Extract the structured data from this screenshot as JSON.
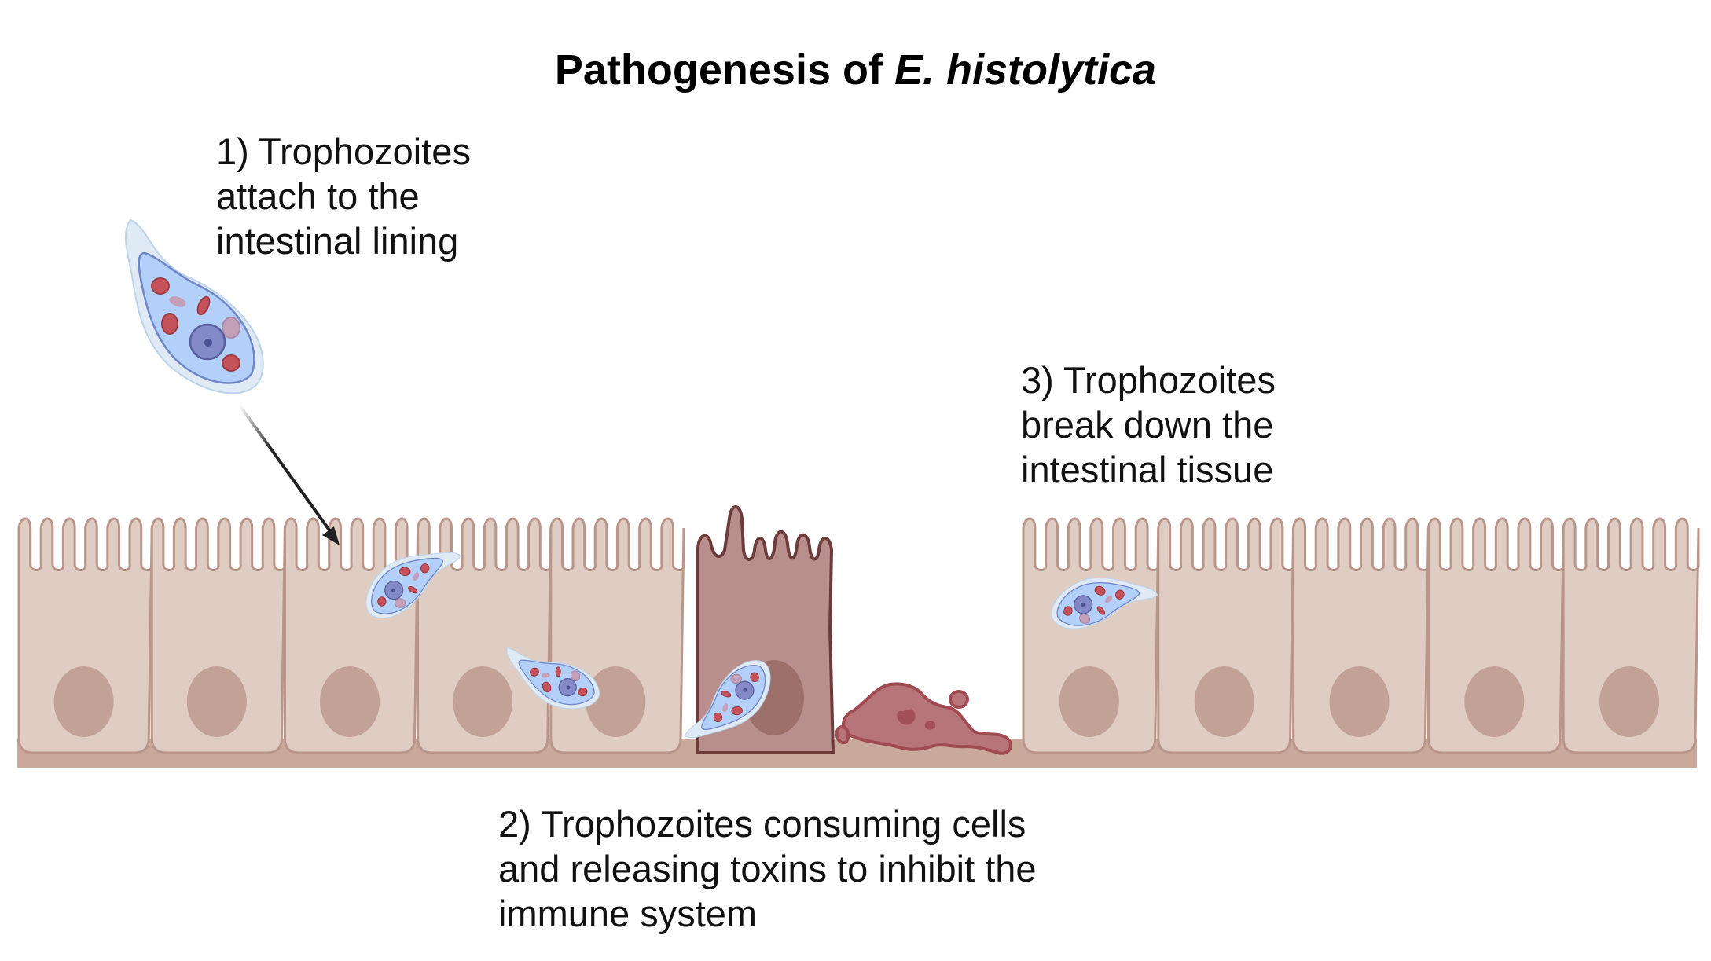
{
  "title": {
    "prefix": "Pathogenesis of ",
    "organism": "E. histolytica"
  },
  "steps": [
    {
      "text": "1) Trophozoites\nattach to the\nintestinal lining"
    },
    {
      "text": "2) Trophozoites  consuming cells\nand releasing toxins to inhibit the\nimmune system"
    },
    {
      "text": "3) Trophozoites\nbreak down the\nintestinal tissue"
    }
  ],
  "colors": {
    "cell_fill": "#dfcdc4",
    "cell_stroke": "#b9958a",
    "nucleus": "#c2a297",
    "basement": "#c9a99c",
    "dead_cell": "#b98f8d",
    "dead_stroke": "#6e3b3b",
    "debris": "#b7757a",
    "trophozoite_body": "#b3d0fb",
    "trophozoite_halo": "#dfeaf5",
    "trophozoite_nucleus": "#8489c8",
    "red_blood_cell": "#c5525a",
    "arrow": "#222222"
  }
}
